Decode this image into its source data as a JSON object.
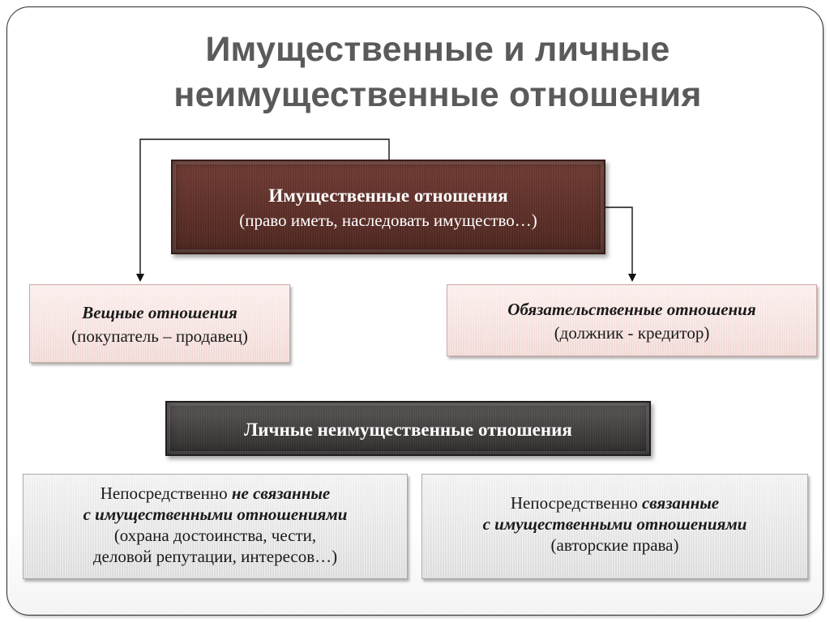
{
  "title": {
    "line1": "Имущественные и личные",
    "line2": "неимущественные отношения"
  },
  "property_relations": {
    "heading": "Имущественные отношения",
    "example": "(право иметь, наследовать имущество…)"
  },
  "real_relations": {
    "heading": "Вещные отношения",
    "example": "(покупатель – продавец)"
  },
  "obligation_relations": {
    "heading": "Обязательственные отношения",
    "example": "(должник - кредитор)"
  },
  "personal_non_property": {
    "heading": "Личные неимущественные отношения"
  },
  "not_related": {
    "prefix": "Непосредственно ",
    "emphasis": "не связанные",
    "line2": "с имущественными отношениями",
    "example_line1": "(охрана достоинства, чести,",
    "example_line2": "деловой репутации, интересов…)"
  },
  "related": {
    "prefix": "Непосредственно ",
    "emphasis": "связанные",
    "line2": "с имущественными отношениями",
    "example": "(авторские права)"
  },
  "colors": {
    "title": "#5a5a5a",
    "property_box": "#5a2d26",
    "personal_box": "#3f3c3b",
    "pink_box": "#f6e3e0",
    "grey_box": "#e6e6e6",
    "connector": "#111111"
  }
}
